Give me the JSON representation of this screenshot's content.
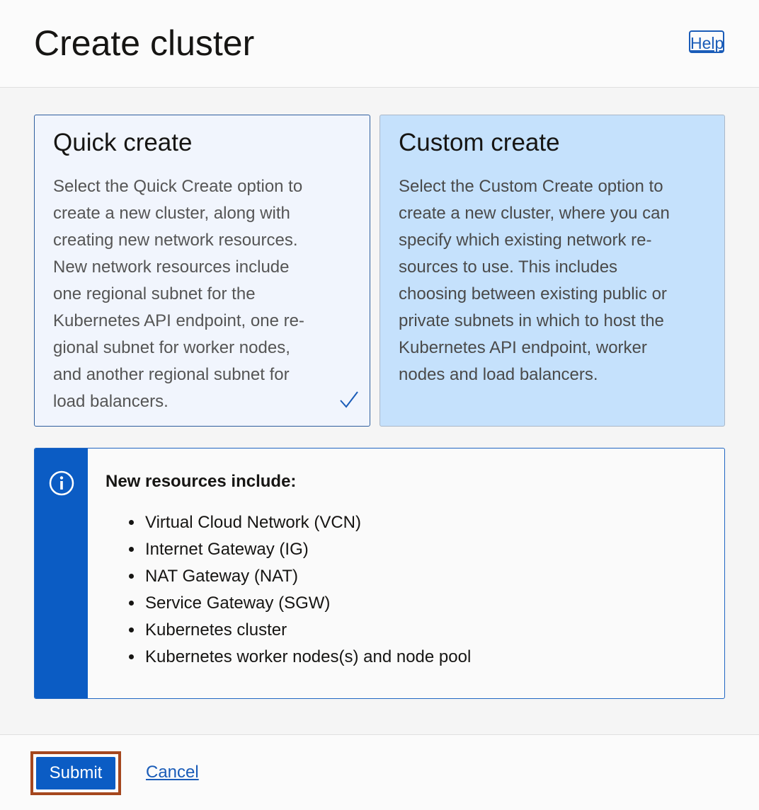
{
  "header": {
    "title": "Create cluster",
    "help_label": "Help"
  },
  "options": {
    "quick": {
      "title": "Quick create",
      "description": "Select the Quick Create option to create a new cluster, along with creating new network resources. New network resources include one regional subnet for the Kubernetes API endpoint, one re-gional subnet for worker nodes, and another regional subnet for load balancers.",
      "selected": true
    },
    "custom": {
      "title": "Custom create",
      "description": "Select the Custom Create option to create a new cluster, where you can specify which existing network re-sources to use. This includes choosing between existing public or private subnets in which to host the Kubernetes API endpoint, worker nodes and load balancers.",
      "selected": false
    }
  },
  "info": {
    "icon": "info-icon",
    "heading": "New resources include:",
    "items": [
      "Virtual Cloud Network (VCN)",
      "Internet Gateway (IG)",
      "NAT Gateway (NAT)",
      "Service Gateway (SGW)",
      "Kubernetes cluster",
      "Kubernetes worker nodes(s) and node pool"
    ]
  },
  "footer": {
    "submit_label": "Submit",
    "cancel_label": "Cancel"
  },
  "colors": {
    "accent": "#0b5cc4",
    "selected_card_bg": "#f1f5fd",
    "unselected_card_bg": "#c5e1fc",
    "submit_highlight": "#a5471e"
  }
}
